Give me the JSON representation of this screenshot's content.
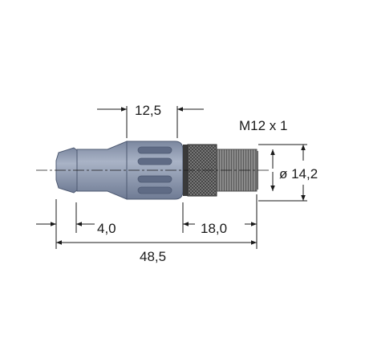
{
  "labels": {
    "thread": "M12 x 1",
    "width_12_5": "12,5",
    "dia_14_2": "ø 14,2",
    "len_4_0": "4,0",
    "len_18_0": "18,0",
    "len_48_5": "48,5"
  },
  "colors": {
    "boot": "#8e9ab0",
    "boot_dark": "#5e6a84",
    "nut": "#4a4a4a",
    "thread": "#7a7a7a",
    "line": "#1a1a1a"
  }
}
